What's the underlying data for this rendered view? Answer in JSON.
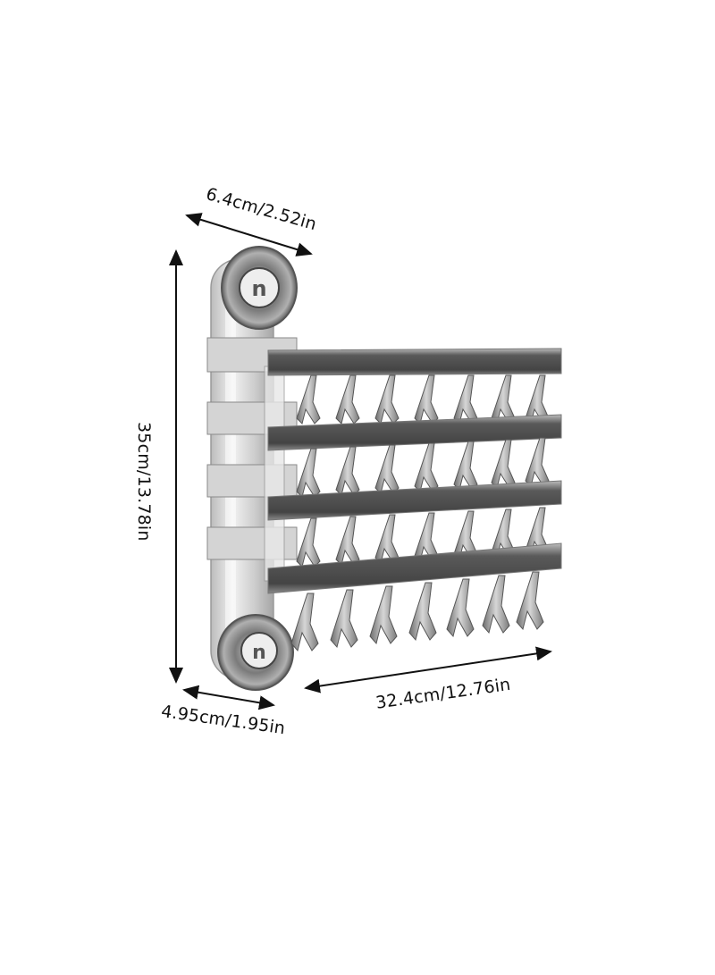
{
  "product": {
    "name": "wall-mounted foldable clip drying rack",
    "bars": 4,
    "clips_per_bar": 7,
    "suction_cups": 2,
    "cup_logo": "n"
  },
  "dimensions": {
    "depth_top": "6.4cm/2.52in",
    "height": "35cm/13.78in",
    "depth_bottom": "4.95cm/1.95in",
    "width": "32.4cm/12.76in"
  },
  "colors": {
    "background": "#ffffff",
    "arrow": "#111111",
    "text": "#111111",
    "bar_dark": "#4a4a4a",
    "bar_light": "#9a9a9a",
    "frame": "#cfcfcf",
    "clip": "#8c8c8c"
  }
}
